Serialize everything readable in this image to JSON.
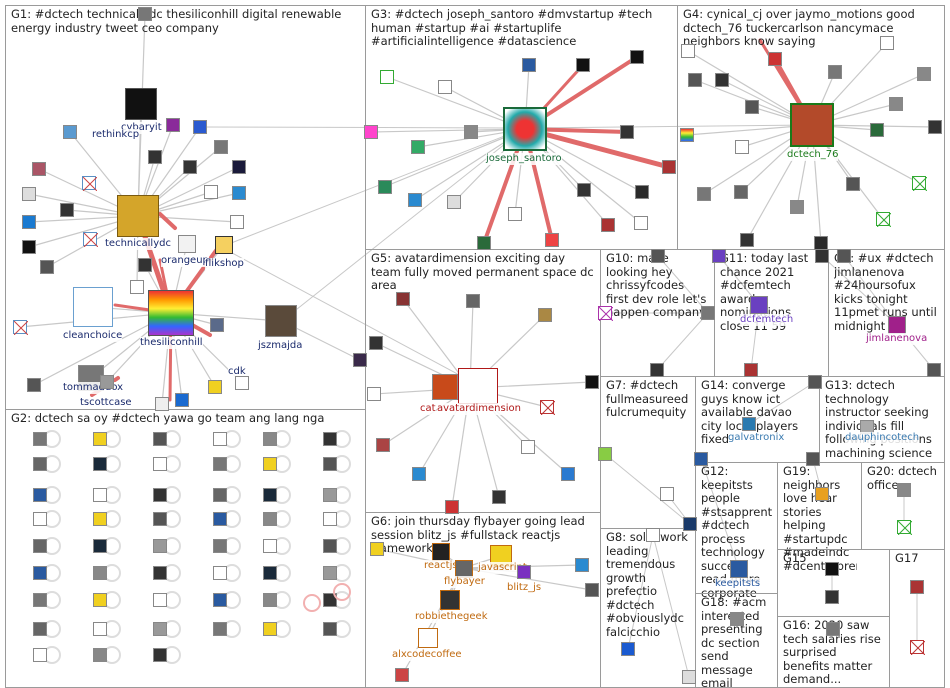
{
  "groups": [
    {
      "id": "G1",
      "title": "G1: #dctech technicallydc thesiliconhill digital renewable energy industry tweet ceo company"
    },
    {
      "id": "G2",
      "title": "G2: dctech sa oy #dctech yawa go team ang lang nga"
    },
    {
      "id": "G3",
      "title": "G3: #dctech joseph_santoro #dmvstartup #tech human #startup #ai #startuplife #artificialintelligence #datascience"
    },
    {
      "id": "G4",
      "title": "G4: cynical_cj over jaymo_motions good dctech_76 tuckercarlson nancymace neighbors know saying"
    },
    {
      "id": "G5",
      "title": "G5: avatardimension exciting day team fully moved permanent space dc area"
    },
    {
      "id": "G6",
      "title": "G6: join thursday flybayer going lead session blitz_js #fullstack reactjs framework"
    },
    {
      "id": "G7",
      "title": "G7: #dctech fullmeasureed fulcrumequity"
    },
    {
      "id": "G8",
      "title": "G8: solid work leading tremendous growth prefectio #dctech #obviouslydc falcicchio"
    },
    {
      "id": "G9",
      "title": "G9: #ux #dctech jimlanenova #24hoursofux kicks tonight 11pmet runs until midnight"
    },
    {
      "id": "G10",
      "title": "G10: make looking hey chrissyfcodes first dev role let's happen company"
    },
    {
      "id": "G11",
      "title": "G11: today last chance 2021 #dcfemtech awards nominations close 11 59"
    },
    {
      "id": "G12",
      "title": "G12: keepitsts people #stsapprentic... #dctech process technology success read more corporate"
    },
    {
      "id": "G13",
      "title": "G13: dctech technology instructor seeking individuals fill following positions machining science"
    },
    {
      "id": "G14",
      "title": "G14: converge guys know ict available davao city local players fixed"
    },
    {
      "id": "G15",
      "title": "G15"
    },
    {
      "id": "G16",
      "title": "G16: 2020 saw tech salaries rise surprised benefits matter demand..."
    },
    {
      "id": "G17",
      "title": "G17"
    },
    {
      "id": "G18",
      "title": "G18: #acm interested presenting dc section send message email address ll"
    },
    {
      "id": "G19",
      "title": "G19: neighbors love hear stories helping #startupdc #madeindc #dcentrepren..."
    },
    {
      "id": "G20",
      "title": "G20: dctech office"
    }
  ],
  "node_labels": {
    "cybaryit": "cybaryit",
    "rethinkcp": "rethinkcp",
    "technicallydc": "technicallydc",
    "orangeup": "orangeup",
    "flikshop": "flikshop",
    "cleanchoice": "cleanchoice",
    "thesiliconhill": "thesiliconhill",
    "jszmajda": "jszmajda",
    "tommaddox": "tommaddox",
    "tscottcase": "tscottcase",
    "cdk": "cdk",
    "joseph_santoro": "joseph_santoro",
    "dctech_76": "dctech_76",
    "cat": "cat",
    "avatardimension": "avatardimension",
    "dcfemtech": "dcfemtech",
    "jimlanenova": "jimlanenova",
    "reactjs": "reactjs",
    "javascript": "javascript",
    "flybayer": "flybayer",
    "blitz_js": "blitz_js",
    "robbiethegeek": "robbiethegeek",
    "alxcodecoffee": "alxcodecoffee",
    "galvatronix": "galvatronix",
    "keepitsts": "keepitsts",
    "dauphincotech": "dauphincotech"
  },
  "colors": {
    "edge": "#c8c8c8",
    "edge_strong": "#e06a6a",
    "group_border": "#9a9a9a",
    "label_g1": "#1a2a6c",
    "label_g3": "#1a6a3a",
    "label_g4": "#1a7a1a",
    "label_g5": "#b01818",
    "label_g6": "#c06a10",
    "label_g9": "#a0208a",
    "label_g11": "#6a40c0",
    "label_g12": "#2a5aa0",
    "label_g14": "#3a7ab0"
  }
}
